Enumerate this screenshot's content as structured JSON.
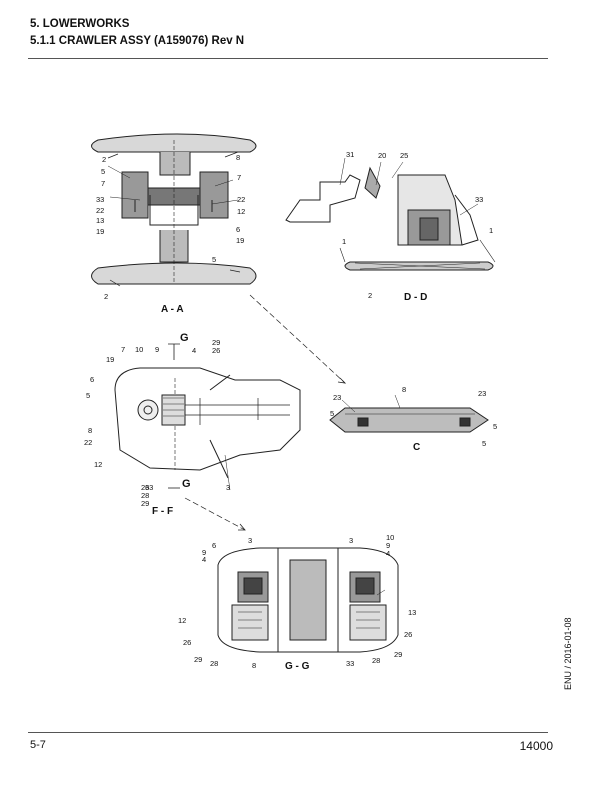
{
  "header": {
    "section": "5. LOWERWORKS",
    "subsection": "5.1.1 CRAWLER ASSY (A159076) Rev N"
  },
  "footer": {
    "page": "5-7",
    "model": "14000",
    "side_note": "ENU / 2016-01-08"
  },
  "views": {
    "aa": {
      "label": "A - A",
      "callouts": [
        "2",
        "8",
        "5",
        "7",
        "7",
        "33",
        "22",
        "22",
        "13",
        "12",
        "19",
        "6",
        "19",
        "5",
        "2"
      ]
    },
    "dd": {
      "label": "D - D",
      "callouts": [
        "31",
        "20",
        "25",
        "33",
        "1",
        "1",
        "2"
      ]
    },
    "c": {
      "label": "C",
      "callouts": [
        "8",
        "23",
        "23",
        "5",
        "5",
        "5"
      ]
    },
    "ff": {
      "label": "F - F",
      "section_marker": "G",
      "callouts": [
        "7",
        "10",
        "9",
        "29",
        "26",
        "4",
        "19",
        "6",
        "5",
        "8",
        "22",
        "12",
        "26",
        "28",
        "29",
        "33",
        "3"
      ]
    },
    "gg": {
      "label": "G - G",
      "callouts": [
        "3",
        "6",
        "9",
        "4",
        "12",
        "26",
        "29",
        "28",
        "8",
        "3",
        "10",
        "9",
        "4",
        "13",
        "26",
        "29",
        "28",
        "33"
      ]
    }
  }
}
